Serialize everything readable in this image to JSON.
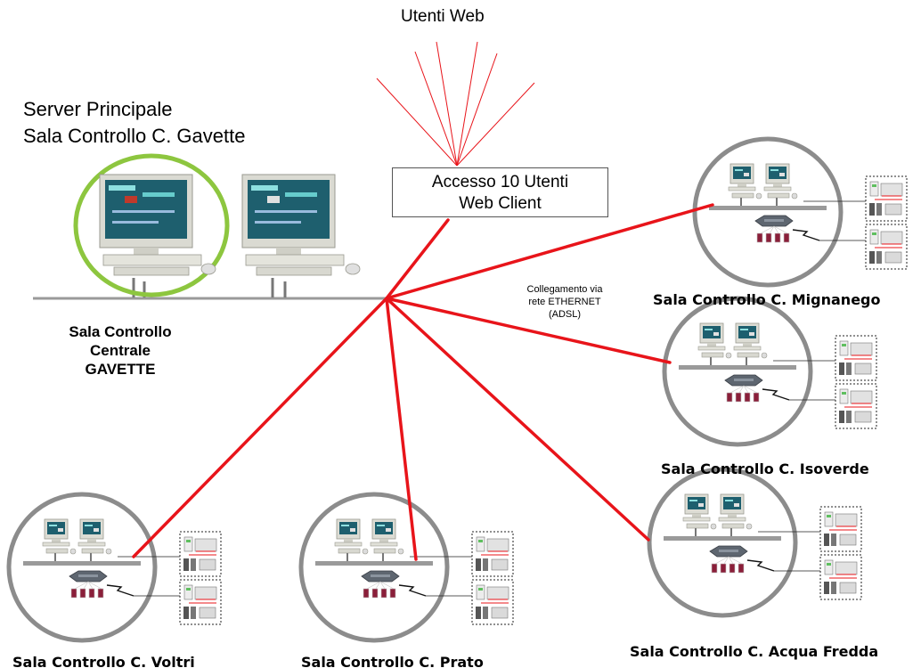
{
  "web_users_label": "Utenti Web",
  "server": {
    "line1": "Server Principale",
    "line2": "Sala Controllo C. Gavette"
  },
  "access_box": {
    "line1": "Accesso 10 Utenti",
    "line2": "Web Client"
  },
  "central": {
    "line1": "Sala Controllo",
    "line2": "Centrale",
    "line3": "GAVETTE"
  },
  "connection": {
    "line1": "Collegamento via",
    "line2": "rete ETHERNET",
    "line3": "(ADSL)"
  },
  "sites": [
    {
      "name": "Sala Controllo C. Mignanego"
    },
    {
      "name": "Sala Controllo C. Isoverde"
    },
    {
      "name": "Sala Controllo C. Acqua Fredda"
    },
    {
      "name": "Sala Controllo C. Prato"
    },
    {
      "name": "Sala Controllo C. Voltri"
    }
  ],
  "colors": {
    "link": "#e8141a",
    "ring": "#8c8c8c",
    "highlight_ring": "#8dc63f",
    "screen": "#1e5f6e"
  }
}
